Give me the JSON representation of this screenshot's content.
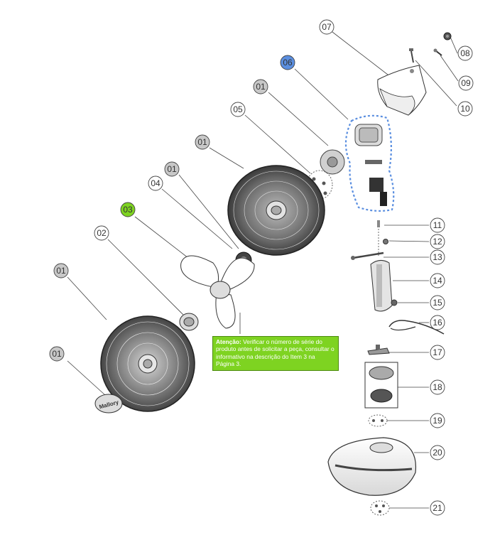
{
  "callouts": [
    {
      "num": "07",
      "color": "#ffffff"
    },
    {
      "num": "08",
      "color": "#ffffff"
    },
    {
      "num": "09",
      "color": "#ffffff"
    },
    {
      "num": "10",
      "color": "#ffffff"
    },
    {
      "num": "06",
      "color": "#5b8fe0"
    },
    {
      "num": "01",
      "color": "#c8c8c8"
    },
    {
      "num": "05",
      "color": "#ffffff"
    },
    {
      "num": "01",
      "color": "#c8c8c8"
    },
    {
      "num": "01",
      "color": "#c8c8c8"
    },
    {
      "num": "04",
      "color": "#ffffff"
    },
    {
      "num": "03",
      "color": "#7ed321"
    },
    {
      "num": "02",
      "color": "#ffffff"
    },
    {
      "num": "01",
      "color": "#c8c8c8"
    },
    {
      "num": "01",
      "color": "#c8c8c8"
    },
    {
      "num": "11",
      "color": "#ffffff"
    },
    {
      "num": "12",
      "color": "#ffffff"
    },
    {
      "num": "13",
      "color": "#ffffff"
    },
    {
      "num": "14",
      "color": "#ffffff"
    },
    {
      "num": "15",
      "color": "#ffffff"
    },
    {
      "num": "16",
      "color": "#ffffff"
    },
    {
      "num": "17",
      "color": "#ffffff"
    },
    {
      "num": "18",
      "color": "#ffffff"
    },
    {
      "num": "19",
      "color": "#ffffff"
    },
    {
      "num": "20",
      "color": "#ffffff"
    },
    {
      "num": "21",
      "color": "#ffffff"
    }
  ],
  "note": {
    "label": "Atenção:",
    "text": " Verificar o número de série do produto antes de solicitar a peça, consultar o informativo na descrição do Item 3 na Página 3."
  },
  "logo_text": "Mallory",
  "colors": {
    "highlight_blue": "#5b8fe0",
    "highlight_green": "#7ed321",
    "highlight_gray": "#c8c8c8",
    "dotted_group": "#5b8fe0"
  }
}
